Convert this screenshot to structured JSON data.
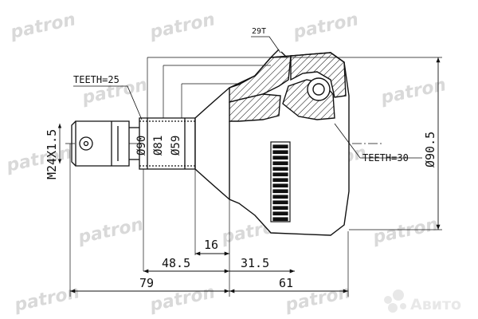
{
  "watermark": {
    "text": "patron",
    "color": "#d9d9d9"
  },
  "logo": {
    "text": "Авито"
  },
  "labels": {
    "teeth_inner": "TEETH=25",
    "teeth_abs": "TEETH=30",
    "thread": "M24X1.5",
    "ring_teeth": "29T"
  },
  "dimensions": {
    "d90": "Ø90",
    "d81": "Ø81",
    "d59": "Ø59",
    "d90_5": "Ø90.5",
    "len_16": "16",
    "len_48_5": "48.5",
    "len_31_5": "31.5",
    "len_79": "79",
    "len_61": "61"
  },
  "colors": {
    "line": "#111111",
    "background": "#ffffff"
  }
}
